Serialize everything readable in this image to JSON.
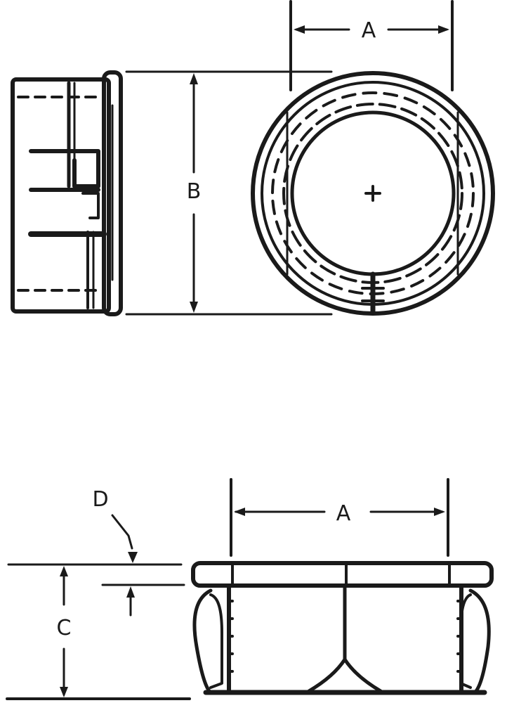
{
  "drawing": {
    "type": "technical dimension drawing",
    "subject": "snap-in plug / bushing",
    "views": [
      {
        "name": "side-view",
        "description": "side profile with flange and snap fingers"
      },
      {
        "name": "end-view",
        "description": "circular end view with concentric rings and center mark"
      },
      {
        "name": "section-view",
        "description": "front cross-section with flange, barbed legs and center web"
      }
    ],
    "dimension_labels": {
      "top_width": "A",
      "height_diameter": "B",
      "bottom_width": "A",
      "overall_height": "C",
      "flange_thickness": "D"
    },
    "colors": {
      "ink": "#1a1a1a",
      "background": "#ffffff"
    }
  }
}
